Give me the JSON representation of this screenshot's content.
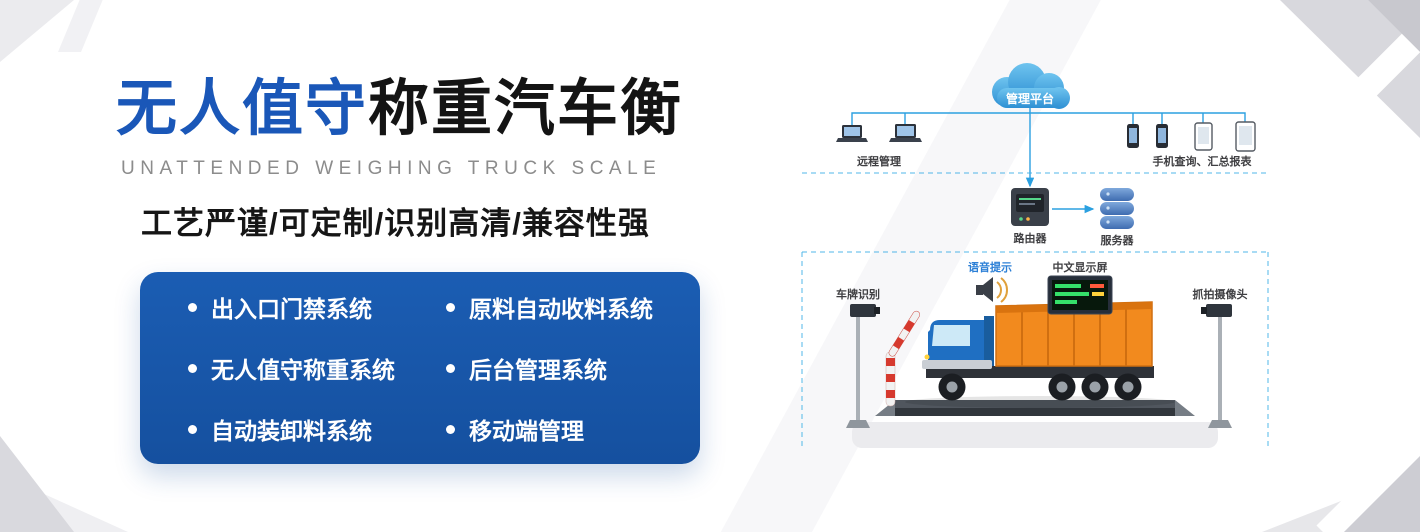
{
  "colors": {
    "brand_blue": "#1a57b8",
    "panel_blue": "#15509f",
    "line_blue": "#2ba0e0",
    "truck_orange": "#f28a1e",
    "truck_cab_blue": "#1f6fc2",
    "led_green": "#35e06a",
    "barrier_red": "#d6392e"
  },
  "hero": {
    "title_highlight": "无人值守",
    "title_rest": "称重汽车衡",
    "subtitle": "UNATTENDED WEIGHING TRUCK SCALE",
    "tagline": "工艺严谨/可定制/识别高清/兼容性强"
  },
  "features": {
    "items": [
      "出入口门禁系统",
      "原料自动收料系统",
      "无人值守称重系统",
      "后台管理系统",
      "自动装卸料系统",
      "移动端管理"
    ]
  },
  "diagram": {
    "cloud_label": "管理平台",
    "remote_label": "远程管理",
    "mobile_label": "手机查询、汇总报表",
    "router_label": "路由器",
    "server_label": "服务器",
    "voice_label": "语音提示",
    "display_label": "中文显示屏",
    "plate_camera_label": "车牌识别",
    "capture_camera_label": "抓拍摄像头"
  }
}
